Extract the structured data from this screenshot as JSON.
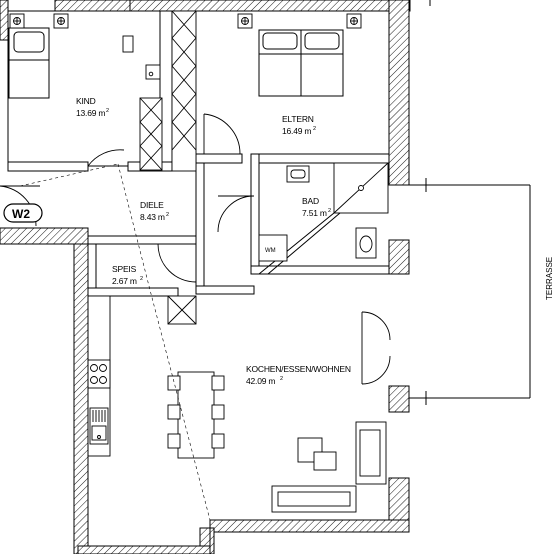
{
  "rooms": {
    "kind": {
      "name": "KIND",
      "area": "13.69 m",
      "unit": "2"
    },
    "eltern": {
      "name": "ELTERN",
      "area": "16.49 m",
      "unit": "2"
    },
    "diele": {
      "name": "DIELE",
      "area": "8.43 m",
      "unit": "2"
    },
    "bad": {
      "name": "BAD",
      "area": "7.51 m",
      "unit": "2"
    },
    "speis": {
      "name": "SPEIS",
      "area": "2.67 m",
      "unit": "2"
    },
    "kochen": {
      "name": "KOCHEN/ESSEN/WOHNEN",
      "area": "42.09 m",
      "unit": "2"
    }
  },
  "apartment_tag": "W2",
  "appliance_wm": "WM",
  "terrace": "TERRASSE",
  "colors": {
    "line": "#000000",
    "background": "#ffffff"
  }
}
